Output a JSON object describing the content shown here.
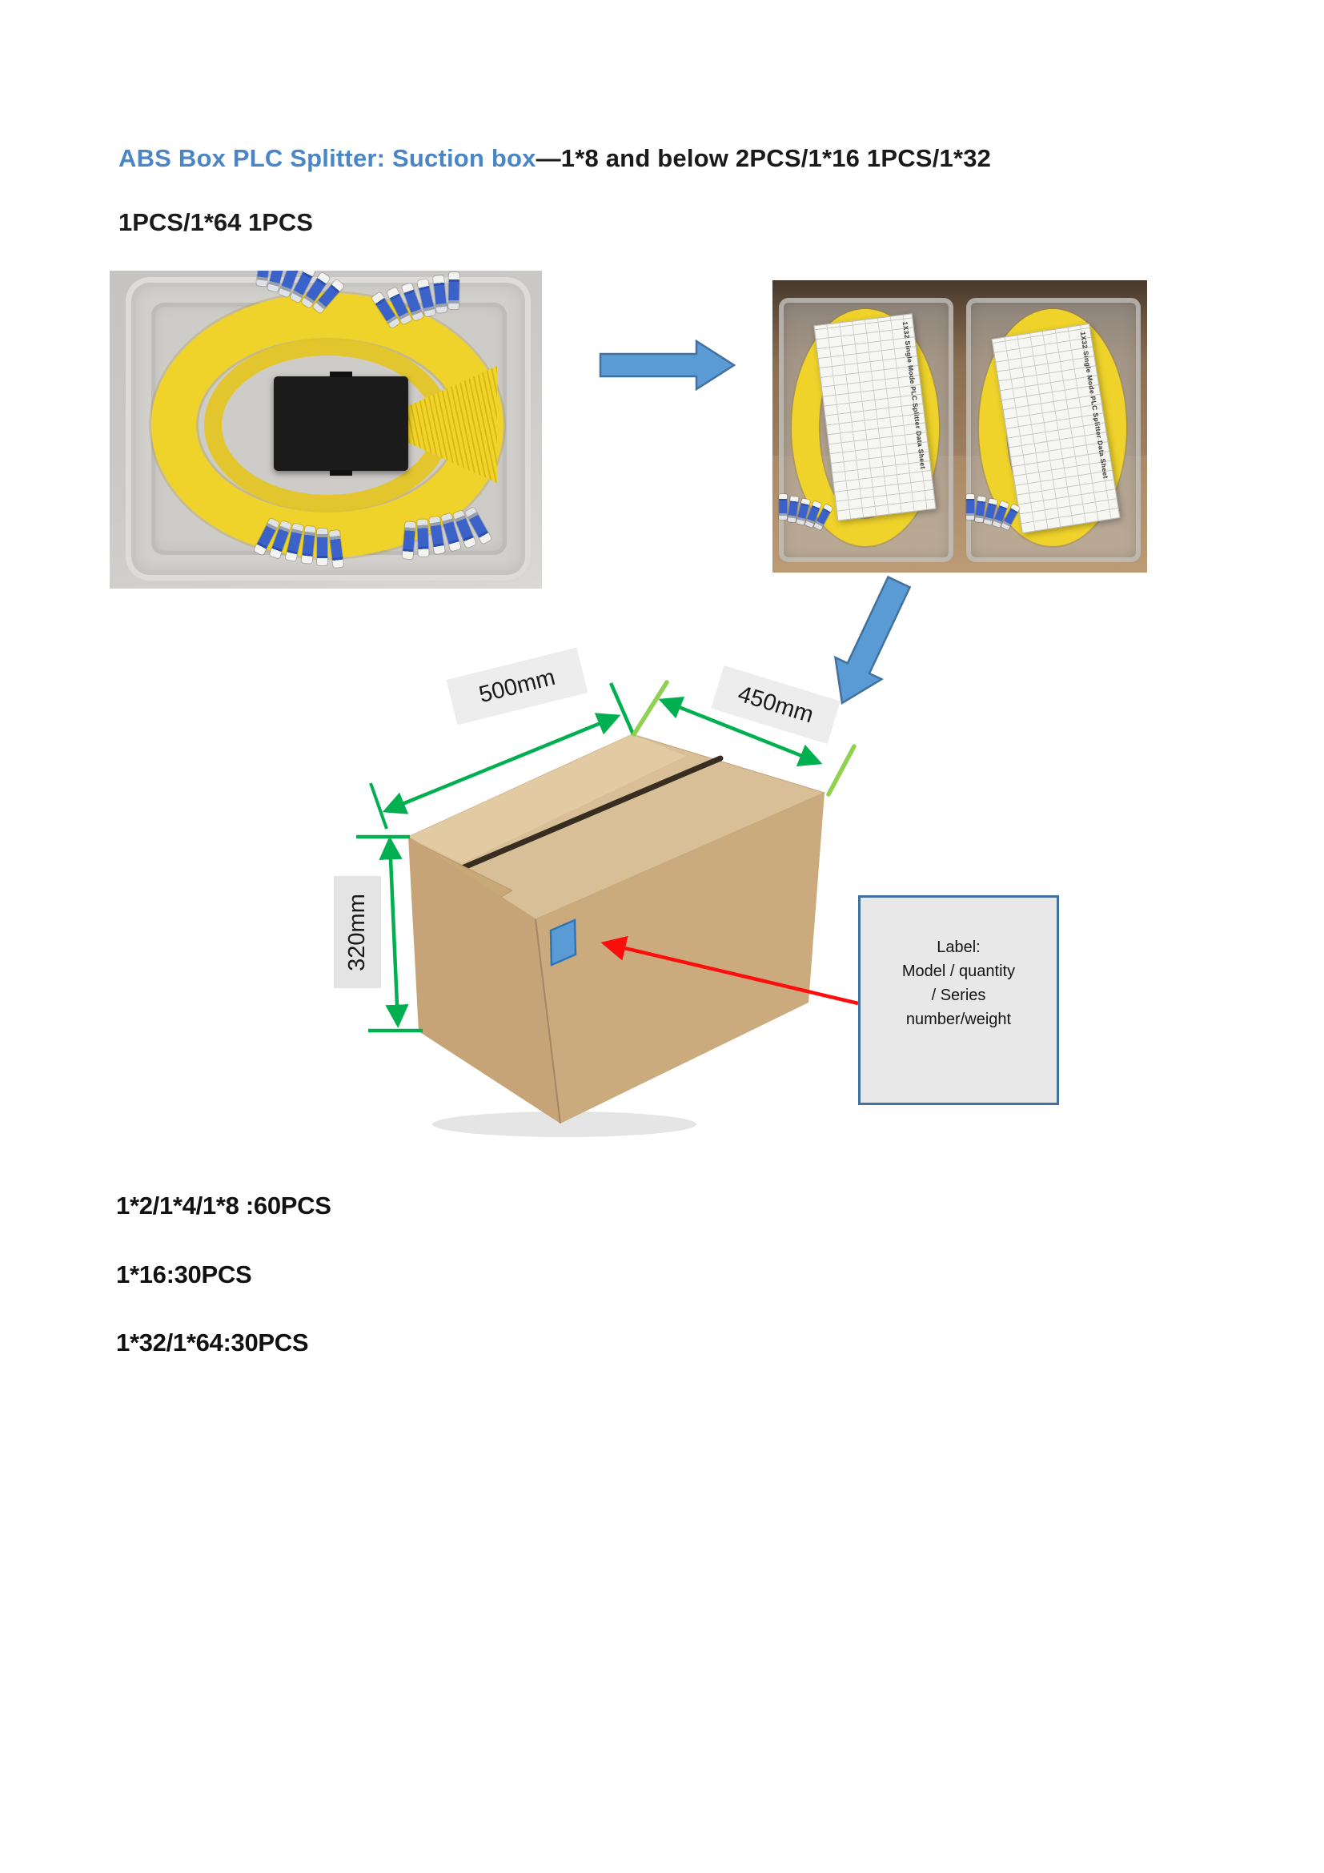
{
  "page": {
    "type": "document-page",
    "background": "#FFFFFF"
  },
  "title": {
    "highlight": "ABS Box PLC Splitter: Suction box",
    "rest": "—1*8 and below 2PCS/1*16 1PCS/1*32",
    "line2": "1PCS/1*64 1PCS",
    "highlight_color": "#4A86C6",
    "text_color": "#1A1A1A"
  },
  "photos": {
    "left": {
      "subject": "PLC splitter black ABS box with coiled yellow fiber pigtails and blue SC connectors in clear suction tray",
      "cable_color": "#EFD32B",
      "connector_color": "#3A62C9"
    },
    "right": {
      "subject": "Two suction trays with yellow fiber coils packed side by side in a carton",
      "datasheet_label": "1X32 Single Mode PLC Splitter Data Sheet"
    }
  },
  "flow": {
    "arrow_fill": "#5B9BD5",
    "arrow_stroke": "#41719C"
  },
  "box_diagram": {
    "dimensions": {
      "width": "500mm",
      "depth": "450mm",
      "height": "320mm"
    },
    "dimension_color": "#00B050",
    "slash_color": "#92D050",
    "label_square_color": "#5B9BD5",
    "pointer_color": "#FE0D0D",
    "carton_colors": {
      "top": "#D9BF97",
      "left": "#C6A477",
      "right": "#CBAA7D"
    },
    "callout": {
      "lines": [
        "Label:",
        "Model / quantity",
        "/ Series",
        "number/weight"
      ],
      "background": "#E8E8E8",
      "border_color": "#41719C"
    }
  },
  "packing": {
    "lines": [
      "1*2/1*4/1*8 :60PCS",
      "1*16:30PCS",
      "1*32/1*64:30PCS"
    ]
  }
}
